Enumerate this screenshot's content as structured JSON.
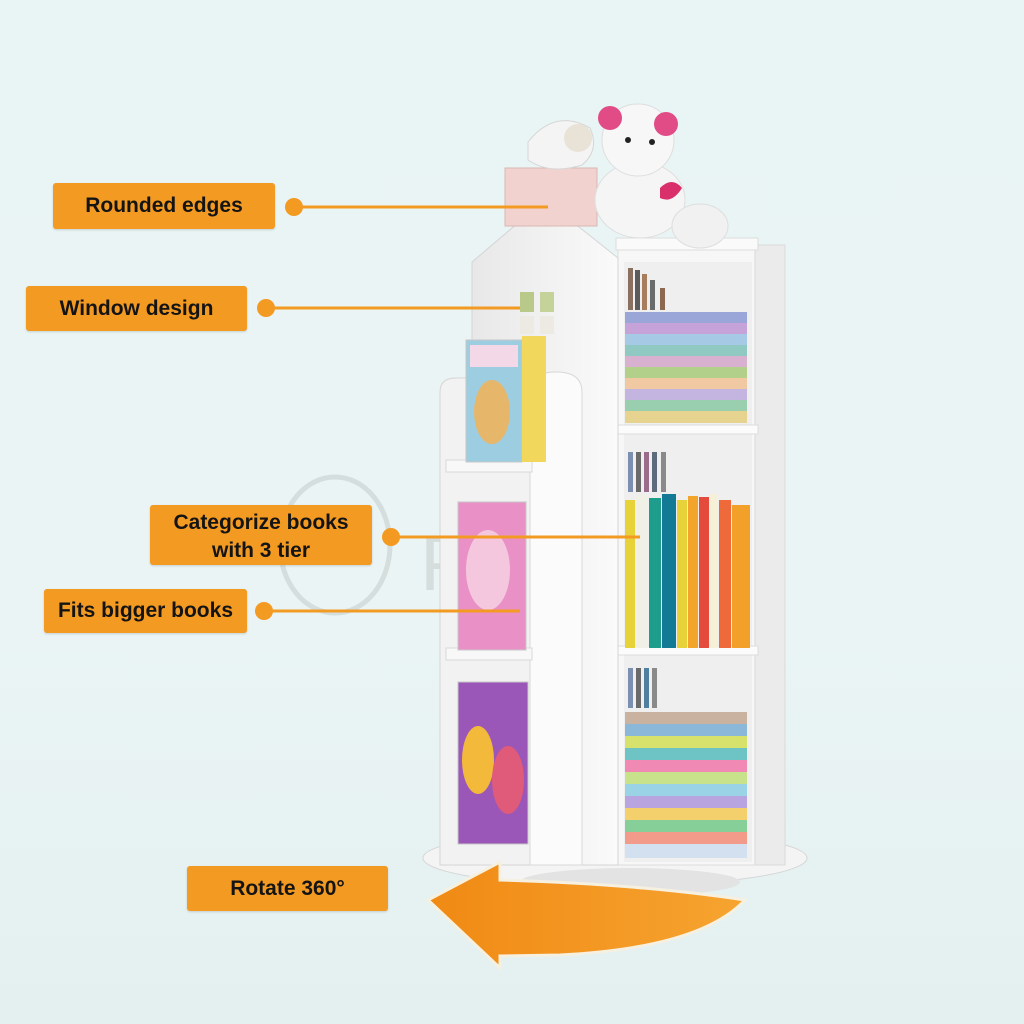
{
  "colors": {
    "accent": "#f39a22",
    "background": "#e9f4f4",
    "shelf": "#f6f6f6"
  },
  "labels": {
    "rounded_edges": "Rounded edges",
    "window_design": "Window design",
    "categorize_line1": "Categorize books",
    "categorize_line2": "with 3 tier",
    "fits_bigger": "Fits bigger books",
    "rotate": "Rotate 360°"
  },
  "icons": [
    "rotation-arrow-icon",
    "callout-dot-icon"
  ],
  "watermark": "Pupsmo"
}
